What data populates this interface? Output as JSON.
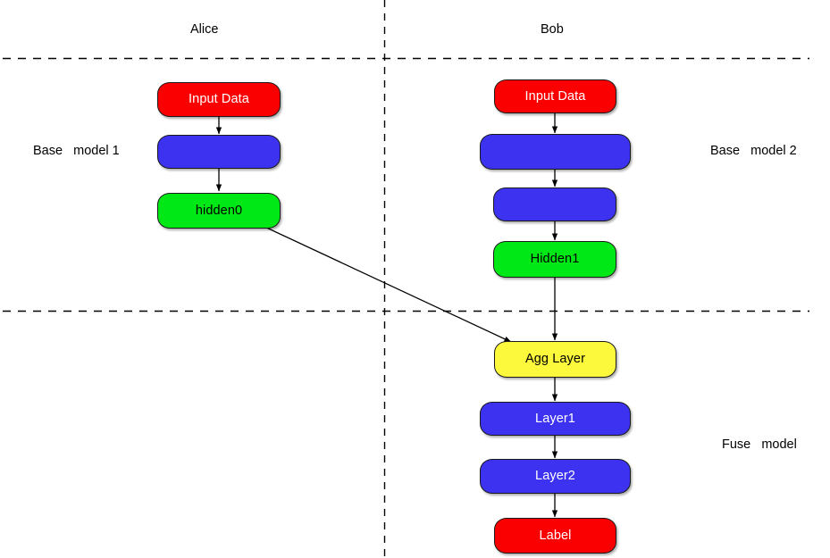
{
  "diagram": {
    "title_labels": [
      {
        "id": "alice",
        "text": "Alice"
      },
      {
        "id": "bob",
        "text": "Bob"
      }
    ],
    "section_labels": [
      {
        "id": "base-model-1",
        "text": "Base   model 1"
      },
      {
        "id": "base-model-2",
        "text": "Base   model 2"
      },
      {
        "id": "fuse-model",
        "text": "Fuse   model"
      }
    ],
    "colors": {
      "red": "#fa0000",
      "blue": "#3c32f0",
      "green": "#00e815",
      "yellow": "#fcf93c",
      "stroke": "#1a1a1a",
      "text_light": "#ffffff",
      "text_dark": "#000000",
      "background": "#ffffff",
      "divider": "#000000"
    },
    "nodes": {
      "alice_input": {
        "label": "Input Data",
        "color": "red",
        "text_color": "#ffffff"
      },
      "alice_blue": {
        "label": "",
        "color": "blue",
        "text_color": "#ffffff"
      },
      "alice_hidden0": {
        "label": "hidden0",
        "color": "green",
        "text_color": "#000000"
      },
      "bob_input": {
        "label": "Input Data",
        "color": "red",
        "text_color": "#ffffff"
      },
      "bob_blue1": {
        "label": "",
        "color": "blue",
        "text_color": "#ffffff"
      },
      "bob_blue2": {
        "label": "",
        "color": "blue",
        "text_color": "#ffffff"
      },
      "bob_hidden1": {
        "label": "Hidden1",
        "color": "green",
        "text_color": "#000000"
      },
      "agg_layer": {
        "label": "Agg Layer",
        "color": "yellow",
        "text_color": "#000000"
      },
      "layer1": {
        "label": "Layer1",
        "color": "blue",
        "text_color": "#ffffff"
      },
      "layer2": {
        "label": "Layer2",
        "color": "blue",
        "text_color": "#ffffff"
      },
      "label_node": {
        "label": "Label",
        "color": "red",
        "text_color": "#ffffff"
      }
    },
    "edges": [
      {
        "from": "alice_input",
        "to": "alice_blue",
        "style": "arrow"
      },
      {
        "from": "alice_blue",
        "to": "alice_hidden0",
        "style": "arrow"
      },
      {
        "from": "bob_input",
        "to": "bob_blue1",
        "style": "arrow"
      },
      {
        "from": "bob_blue1",
        "to": "bob_blue2",
        "style": "arrow"
      },
      {
        "from": "bob_blue2",
        "to": "bob_hidden1",
        "style": "arrow"
      },
      {
        "from": "bob_hidden1",
        "to": "agg_layer",
        "style": "arrow"
      },
      {
        "from": "alice_hidden0",
        "to": "agg_layer",
        "style": "arrow-diagonal"
      },
      {
        "from": "agg_layer",
        "to": "layer1",
        "style": "arrow"
      },
      {
        "from": "layer1",
        "to": "layer2",
        "style": "arrow"
      },
      {
        "from": "layer2",
        "to": "label_node",
        "style": "arrow"
      }
    ],
    "dividers": [
      {
        "id": "party-divider",
        "orientation": "vertical",
        "style": "dashed"
      },
      {
        "id": "base-divider-top",
        "orientation": "horizontal",
        "style": "dashed"
      },
      {
        "id": "fuse-divider",
        "orientation": "horizontal",
        "style": "dashed"
      }
    ]
  }
}
